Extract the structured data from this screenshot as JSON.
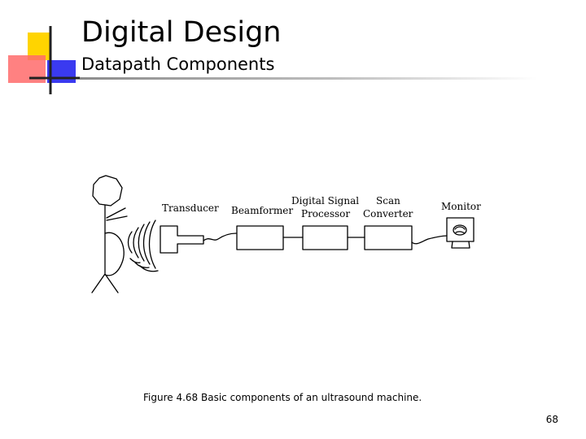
{
  "slide": {
    "title": "Digital Design",
    "subtitle": "Datapath Components",
    "page_number": "68"
  },
  "figure": {
    "caption": "Figure 4.68 Basic components of an ultrasound machine.",
    "labels": {
      "transducer": "Transducer",
      "beamformer": "Beamformer",
      "processor_line1": "Digital Signal",
      "processor_line2": "Processor",
      "converter_line1": "Scan",
      "converter_line2": "Converter",
      "monitor": "Monitor"
    }
  },
  "colors": {
    "logo_yellow": "#ffd400",
    "logo_red": "#ff5a5a",
    "logo_blue": "#3a3af0"
  }
}
